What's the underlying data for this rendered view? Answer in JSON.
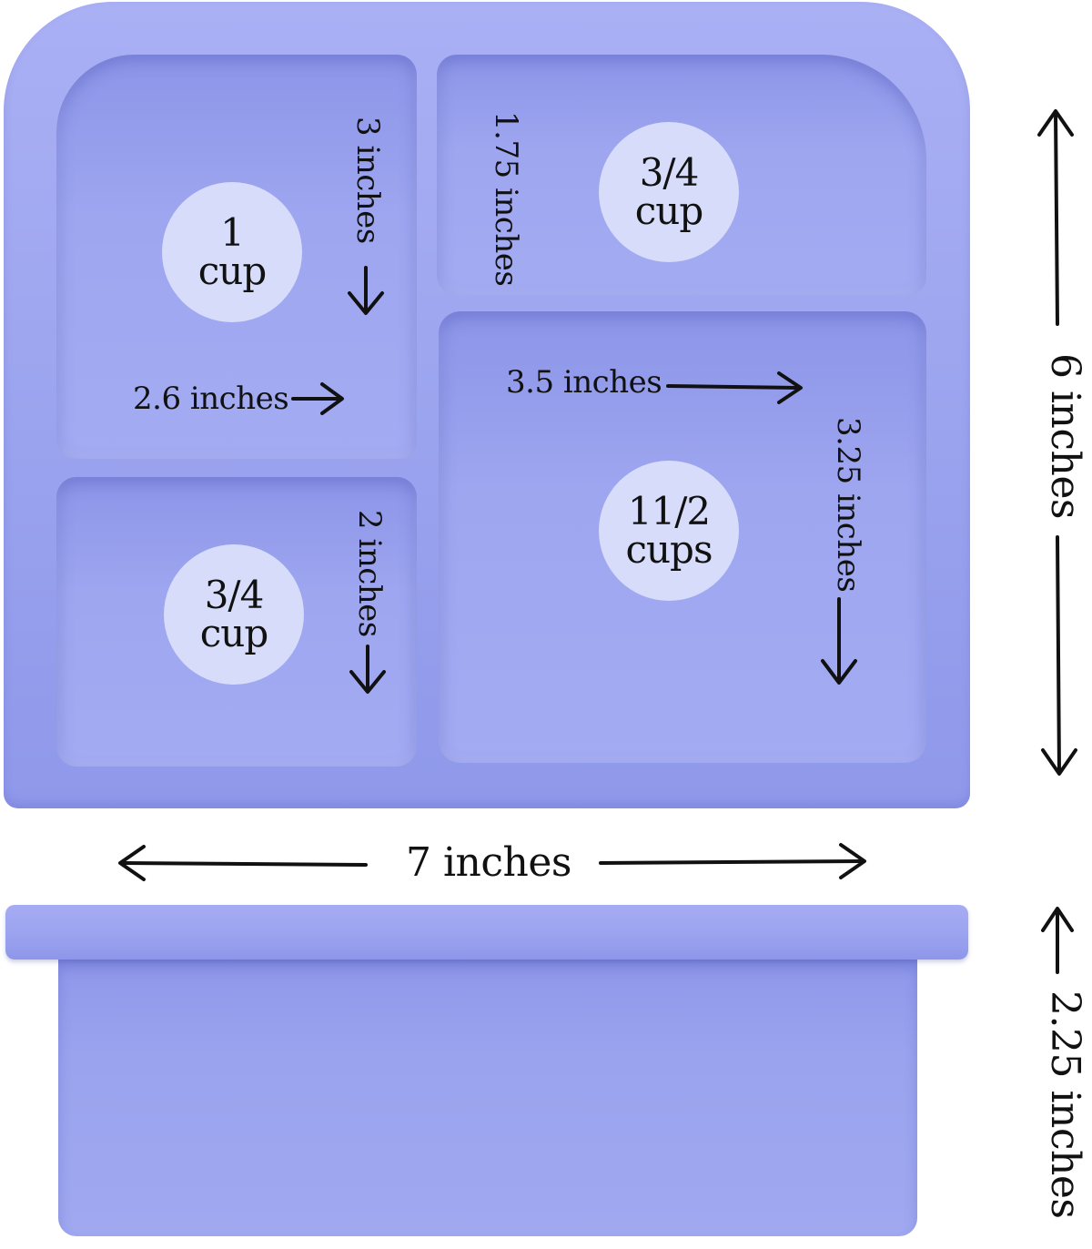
{
  "product": {
    "color_primary": "#9aa3ee",
    "color_badge": "#d6dcfa"
  },
  "compartments": {
    "top_left": {
      "capacity_line1": "1",
      "capacity_line2": "cup",
      "height": "3 inches",
      "width": "2.6 inches"
    },
    "top_right": {
      "capacity_line1": "3/4",
      "capacity_line2": "cup",
      "height": "1.75 inches"
    },
    "bottom_left": {
      "capacity_line1": "3/4",
      "capacity_line2": "cup",
      "height": "2 inches"
    },
    "bottom_right": {
      "capacity_line1": "11/2",
      "capacity_line2": "cups",
      "width": "3.5 inches",
      "height": "3.25 inches"
    }
  },
  "overall": {
    "width": "7 inches",
    "length": "6 inches",
    "depth": "2.25 inches"
  }
}
